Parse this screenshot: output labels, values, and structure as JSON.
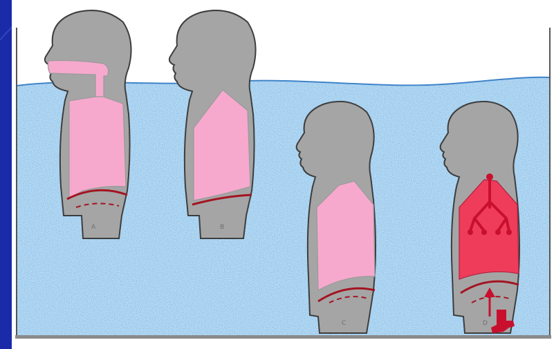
{
  "figures": [
    {
      "label": "A",
      "lung_state": "airway-open"
    },
    {
      "label": "B",
      "lung_state": "airway-closed"
    },
    {
      "label": "C",
      "lung_state": "compressed"
    },
    {
      "label": "D",
      "lung_state": "blood-shift"
    }
  ],
  "colors": {
    "frame_background": "#1a2aa8",
    "panel": "#ffffff",
    "water": "#b9dcf0",
    "body": "#a5a5a5",
    "body_outline": "#3d3d3d",
    "lung": "#f6a9cd",
    "lung_blood": "#ee3c5a",
    "vessel": "#c8102e",
    "diaphragm": "#a31421"
  },
  "icons": {
    "figure_d_arrow": "up-arrow-icon",
    "figure_d_vessel": "blood-vessel-icon"
  }
}
